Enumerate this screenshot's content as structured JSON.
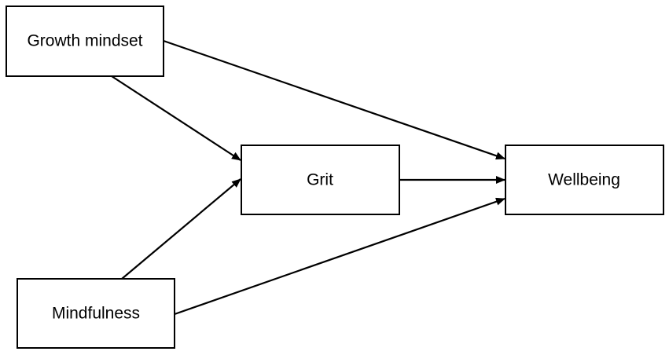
{
  "diagram": {
    "nodes": {
      "growth_mindset": {
        "label": "Growth mindset"
      },
      "mindfulness": {
        "label": "Mindfulness"
      },
      "grit": {
        "label": "Grit"
      },
      "wellbeing": {
        "label": "Wellbeing"
      }
    },
    "edges": [
      {
        "from": "Growth mindset",
        "to": "Grit"
      },
      {
        "from": "Growth mindset",
        "to": "Wellbeing"
      },
      {
        "from": "Mindfulness",
        "to": "Grit"
      },
      {
        "from": "Mindfulness",
        "to": "Wellbeing"
      },
      {
        "from": "Grit",
        "to": "Wellbeing"
      }
    ],
    "colors": {
      "stroke": "#000000",
      "background": "#ffffff"
    }
  }
}
